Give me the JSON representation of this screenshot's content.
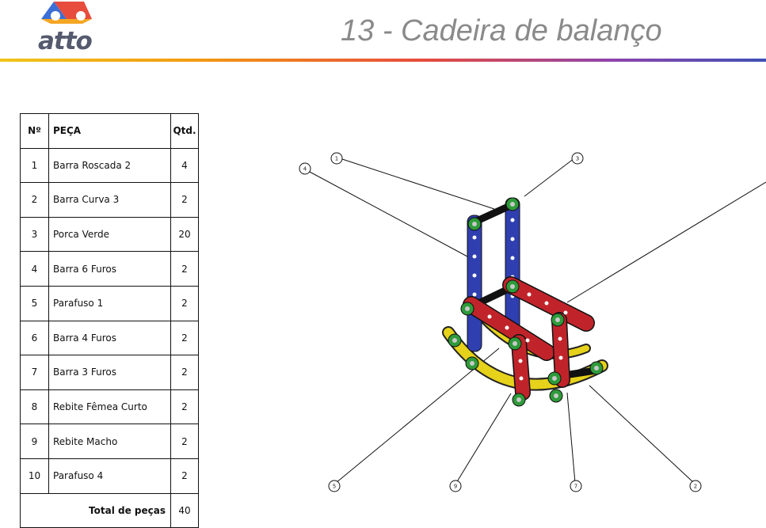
{
  "header": {
    "logo_text": "atto",
    "title": "13 - Cadeira de balanço"
  },
  "table": {
    "headers": {
      "no": "Nº",
      "piece": "PEÇA",
      "qty": "Qtd."
    },
    "rows": [
      {
        "no": "1",
        "piece": "Barra Roscada 2",
        "qty": "4"
      },
      {
        "no": "2",
        "piece": "Barra Curva 3",
        "qty": "2"
      },
      {
        "no": "3",
        "piece": "Porca Verde",
        "qty": "20"
      },
      {
        "no": "4",
        "piece": "Barra 6 Furos",
        "qty": "2"
      },
      {
        "no": "5",
        "piece": "Parafuso 1",
        "qty": "2"
      },
      {
        "no": "6",
        "piece": "Barra 4 Furos",
        "qty": "2"
      },
      {
        "no": "7",
        "piece": "Barra 3 Furos",
        "qty": "2"
      },
      {
        "no": "8",
        "piece": "Rebite Fêmea Curto",
        "qty": "2"
      },
      {
        "no": "9",
        "piece": "Rebite Macho",
        "qty": "2"
      },
      {
        "no": "10",
        "piece": "Parafuso 4",
        "qty": "2"
      }
    ],
    "total_label": "Total de peças",
    "total_value": "40"
  },
  "callouts": [
    "1",
    "3",
    "4",
    "5",
    "9",
    "7",
    "2"
  ],
  "colors": {
    "blue": "#2f3fb0",
    "red": "#c0242a",
    "yellow": "#e6d21a",
    "green": "#2e9b3a"
  }
}
